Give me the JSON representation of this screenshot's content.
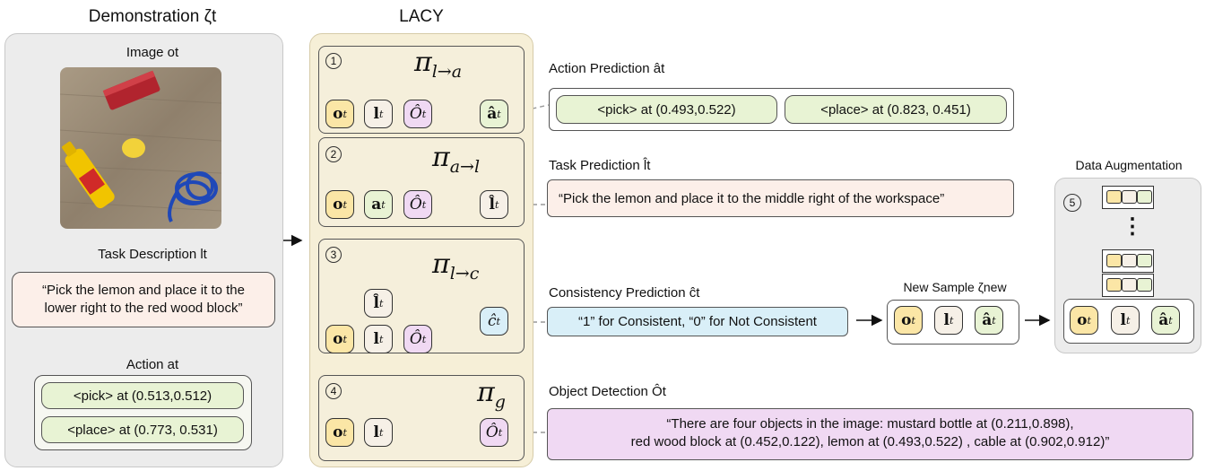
{
  "demo": {
    "title": "Demonstration ζt",
    "image_label": "Image ot",
    "task_label": "Task Description lt",
    "task_text": "“Pick the lemon and place it to the lower right to the red wood block”",
    "action_label": "Action at",
    "actions": [
      "<pick> at (0.513,0.512)",
      "<place> at (0.773, 0.531)"
    ]
  },
  "lacy": {
    "title": "LACY",
    "stages": [
      {
        "num": "1",
        "policy": "π",
        "sub": "l→a",
        "inputs": [
          "o",
          "l",
          "Ô"
        ],
        "output": "â"
      },
      {
        "num": "2",
        "policy": "π",
        "sub": "a→l",
        "inputs": [
          "o",
          "a",
          "Ô"
        ],
        "output": "l̂"
      },
      {
        "num": "3",
        "policy": "π",
        "sub": "l→c",
        "inputs": [
          "o",
          "l",
          "Ô"
        ],
        "extra_input": "l̂",
        "output": "ĉ"
      },
      {
        "num": "4",
        "policy": "π",
        "sub": "g",
        "inputs": [
          "o",
          "l"
        ],
        "output": "Ô"
      }
    ]
  },
  "outputs": {
    "action": {
      "label": "Action Prediction ât",
      "items": [
        "<pick> at (0.493,0.522)",
        "<place> at (0.823, 0.451)"
      ]
    },
    "task": {
      "label": "Task Prediction l̂t",
      "text": "“Pick the lemon and place it to the middle right of the workspace”"
    },
    "consistency": {
      "label": "Consistency Prediction ĉt",
      "text": "“1” for Consistent, “0” for Not Consistent"
    },
    "detection": {
      "label": "Object Detection Ôt",
      "text_line1": "“There are four objects in the image: mustard bottle at (0.211,0.898),",
      "text_line2": "red wood block at (0.452,0.122), lemon at (0.493,0.522) , cable at (0.902,0.912)”"
    }
  },
  "new_sample": {
    "label": "New Sample ζnew",
    "tokens": [
      "o",
      "l",
      "â"
    ]
  },
  "augmentation": {
    "title": "Data Augmentation",
    "num": "5",
    "ellipsis": "⋮",
    "tokens": [
      "o",
      "l",
      "â"
    ]
  },
  "colors": {
    "yellow": "#fbe6a6",
    "cream": "#f6f0e7",
    "green": "#e8f3d4",
    "purple": "#f0d9f3",
    "blue": "#d9eff8",
    "pink": "#fcefe9",
    "lacy_bg": "#f6efd7",
    "demo_bg": "#ececec"
  }
}
